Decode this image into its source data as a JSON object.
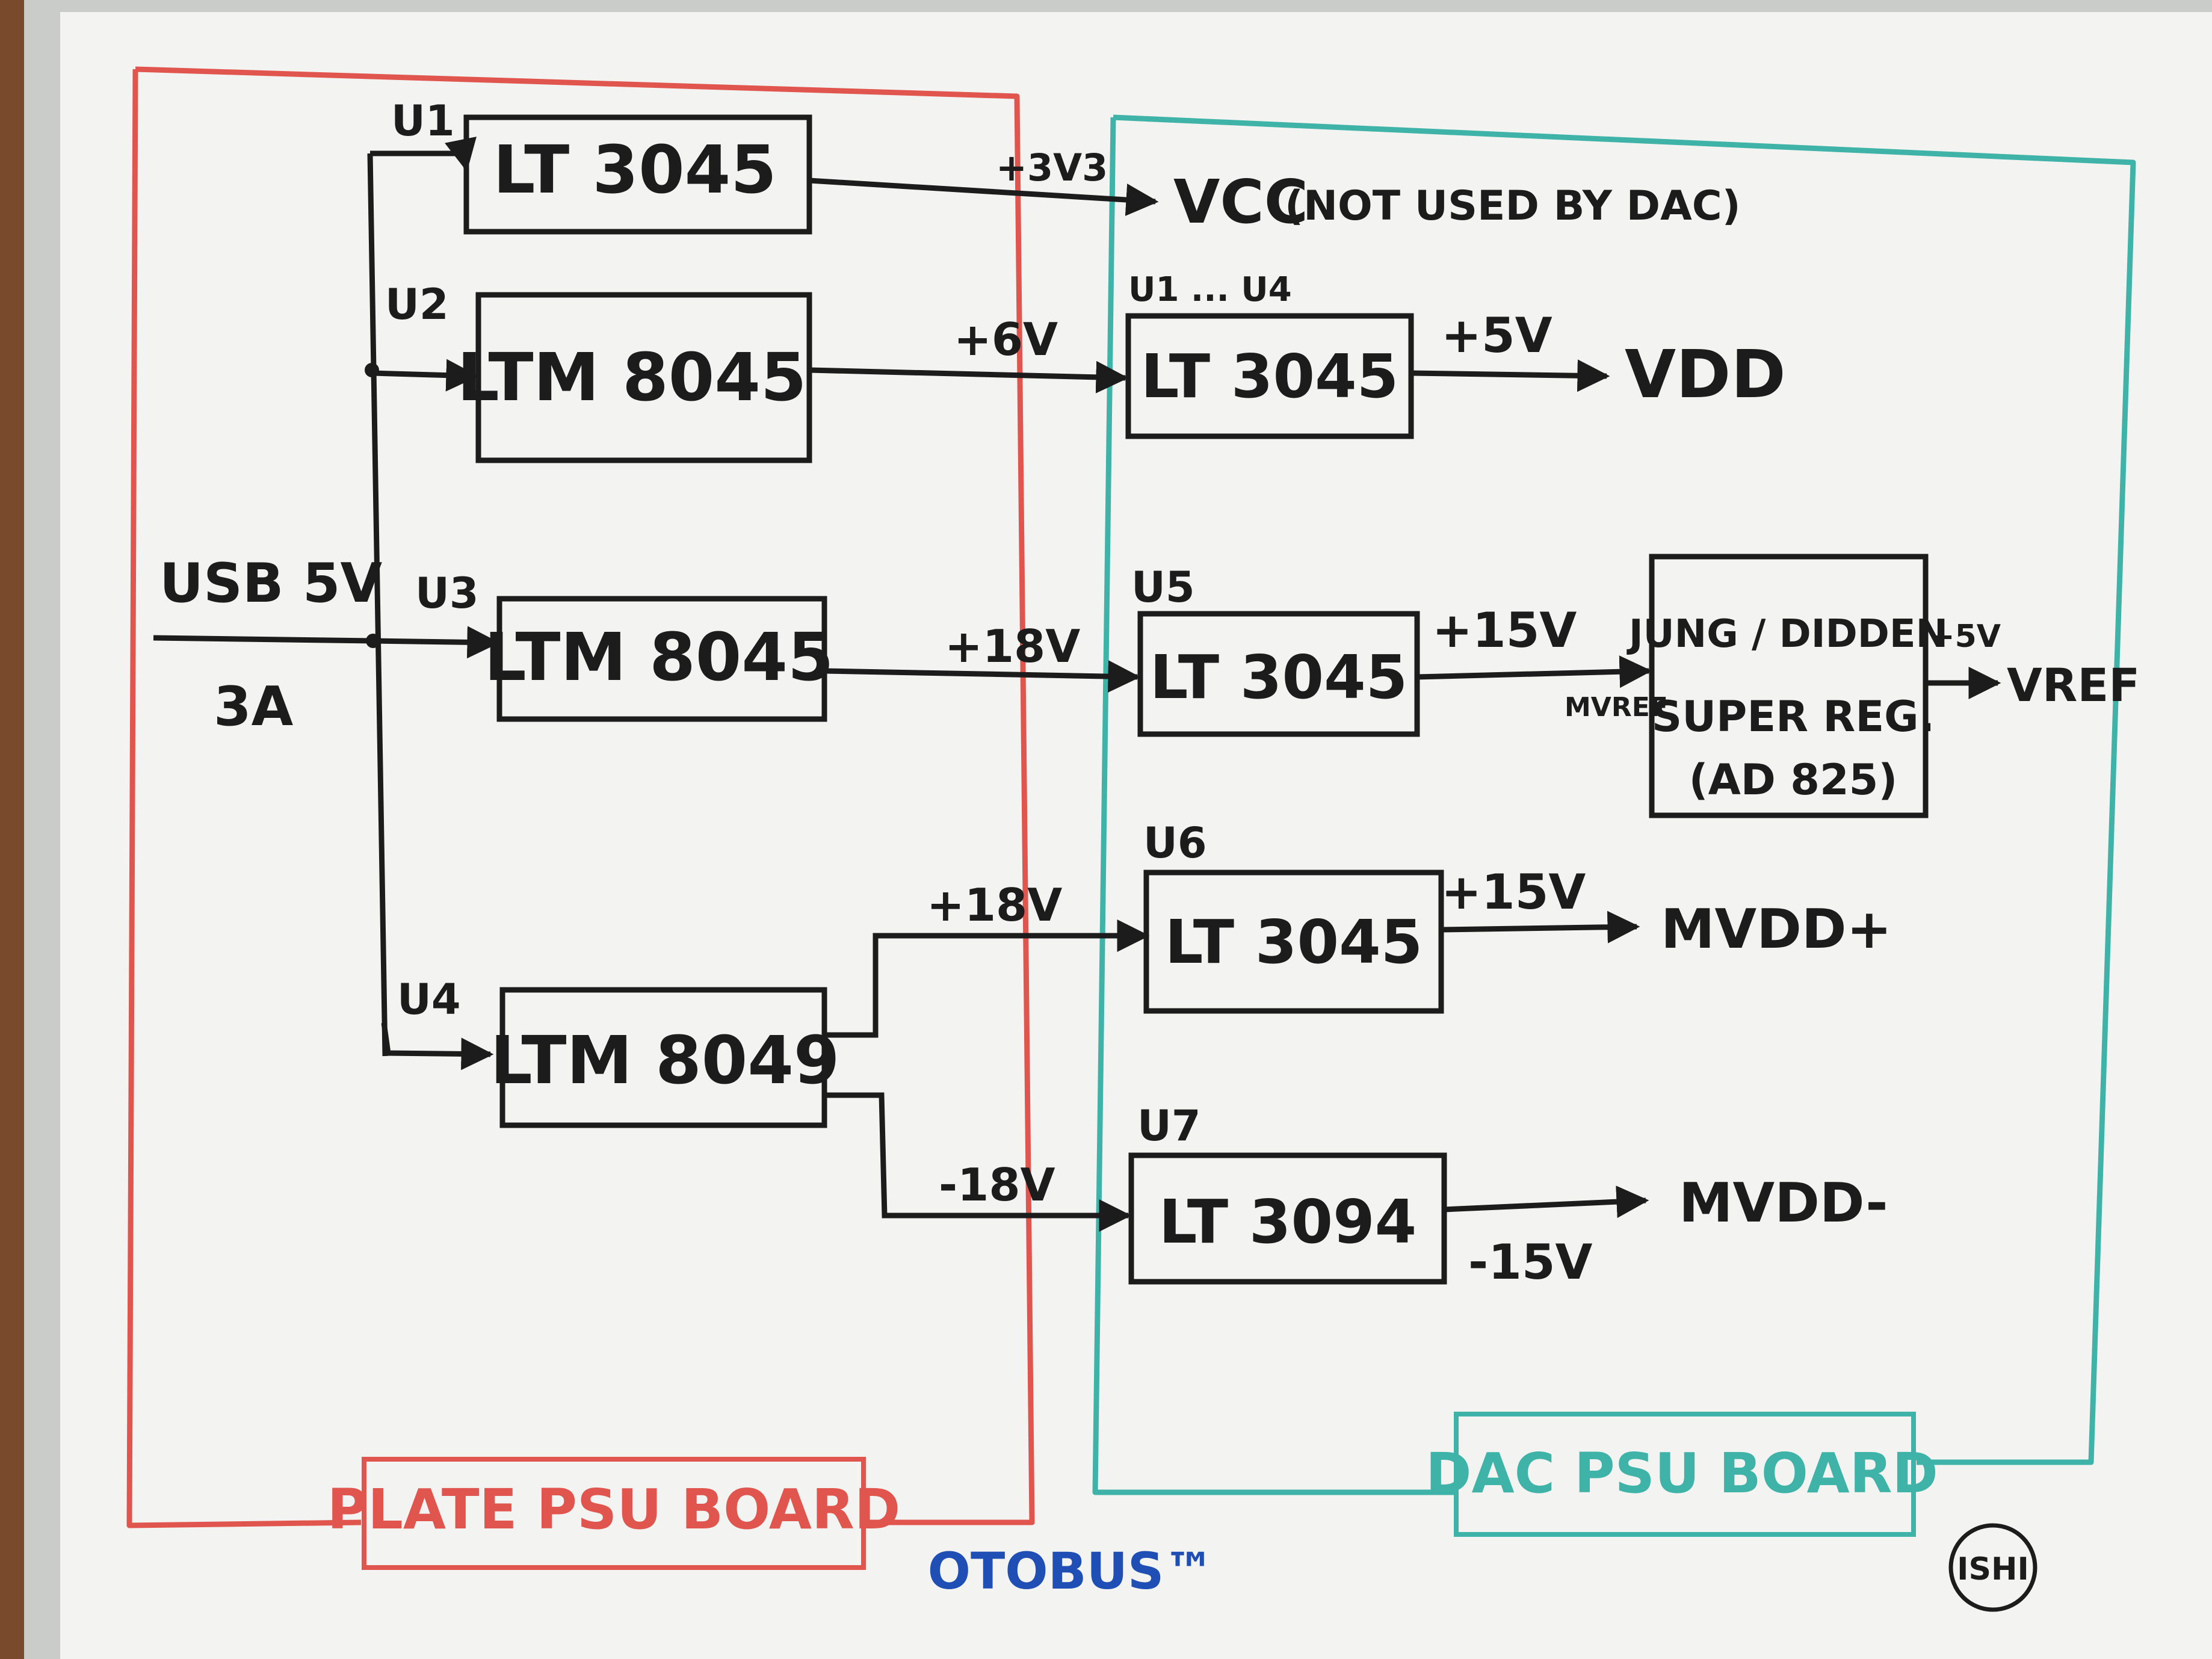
{
  "colors": {
    "ink": "#1c1c1c",
    "plate_red": "#e0564e",
    "dac_teal": "#3fb3a8",
    "brand_blue": "#1f4fb5",
    "board": "#f3f4f1",
    "frame": "#c9ccc8"
  },
  "input": {
    "line1": "USB 5V",
    "line2": "3A"
  },
  "plate_board_label": "PLATE PSU BOARD",
  "dac_board_label": "DAC PSU BOARD",
  "plate_blocks": [
    {
      "ref": "U1",
      "part": "LT 3045"
    },
    {
      "ref": "U2",
      "part": "LTM 8045"
    },
    {
      "ref": "U3",
      "part": "LTM 8045"
    },
    {
      "ref": "U4",
      "part": "LTM 8049"
    }
  ],
  "dac_blocks": [
    {
      "ref": "U1 ... U4",
      "part": "LT 3045"
    },
    {
      "ref": "U5",
      "part": "LT 3045"
    },
    {
      "ref": "U6",
      "part": "LT 3045"
    },
    {
      "ref": "U7",
      "part": "LT 3094"
    }
  ],
  "rails": {
    "u1_out": "+3V3",
    "u2_out": "+6V",
    "u3_out": "+18V",
    "u4_pos": "+18V",
    "u4_neg": "-18V",
    "vdd_reg_out": "+5V",
    "u5_out": "+15V",
    "u6_out": "+15V",
    "u7_out": "-15V",
    "super_out": "+5V"
  },
  "outputs": {
    "vcc": "VCC",
    "vcc_note": "(NOT USED BY DAC)",
    "vdd": "VDD",
    "mvdd_pos": "MVDD+",
    "mvdd_neg": "MVDD-",
    "vref": "VREF",
    "mvref": "MVREF"
  },
  "super_reg": {
    "line1": "JUNG / DIDDEN",
    "line2": "SUPER REG.",
    "line3": "(AD 825)"
  },
  "brand": "OTOBUS™",
  "signature": "ISHI"
}
